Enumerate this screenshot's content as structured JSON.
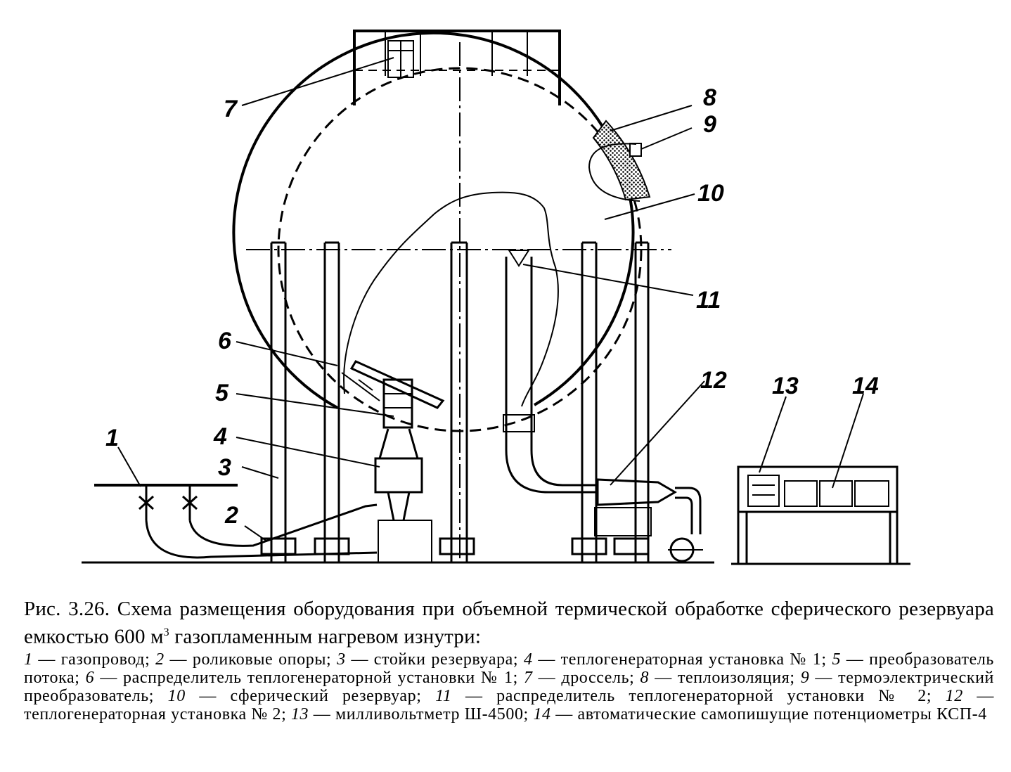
{
  "callouts": [
    {
      "id": "1",
      "label": "1"
    },
    {
      "id": "2",
      "label": "2"
    },
    {
      "id": "3",
      "label": "3"
    },
    {
      "id": "4",
      "label": "4"
    },
    {
      "id": "5",
      "label": "5"
    },
    {
      "id": "6",
      "label": "6"
    },
    {
      "id": "7",
      "label": "7"
    },
    {
      "id": "8",
      "label": "8"
    },
    {
      "id": "9",
      "label": "9"
    },
    {
      "id": "10",
      "label": "10"
    },
    {
      "id": "11",
      "label": "11"
    },
    {
      "id": "12",
      "label": "12"
    },
    {
      "id": "13",
      "label": "13"
    },
    {
      "id": "14",
      "label": "14"
    }
  ],
  "caption": {
    "title_part1": "Рис. 3.26. Схема размещения оборудования при объемной термической обработке сферического резервуара емкостью 600 м",
    "title_sup": "3",
    "title_part2": " газопламенным нагревом изнутри:",
    "legend": [
      {
        "num": "1",
        "text": " — газопровод; "
      },
      {
        "num": "2",
        "text": " — роликовые опоры; "
      },
      {
        "num": "3",
        "text": " — стойки резервуара; "
      },
      {
        "num": "4",
        "text": " — теплогенераторная установка № 1; "
      },
      {
        "num": "5",
        "text": " — преобразователь потока; "
      },
      {
        "num": "6",
        "text": " — распределитель теплогенераторной установки № 1; "
      },
      {
        "num": "7",
        "text": " — дроссель; "
      },
      {
        "num": "8",
        "text": " — теплоизоляция; "
      },
      {
        "num": "9",
        "text": " — термоэлектрический преобразователь; "
      },
      {
        "num": "10",
        "text": " — сферический резервуар; "
      },
      {
        "num": "11",
        "text": " — распределитель теплогенераторной установки № 2; "
      },
      {
        "num": "12",
        "text": " — теплогенераторная установка № 2; "
      },
      {
        "num": "13",
        "text": " — милливольтметр Ш-4500; "
      },
      {
        "num": "14",
        "text": " — автоматические самопишущие потенциометры КСП-4"
      }
    ]
  }
}
